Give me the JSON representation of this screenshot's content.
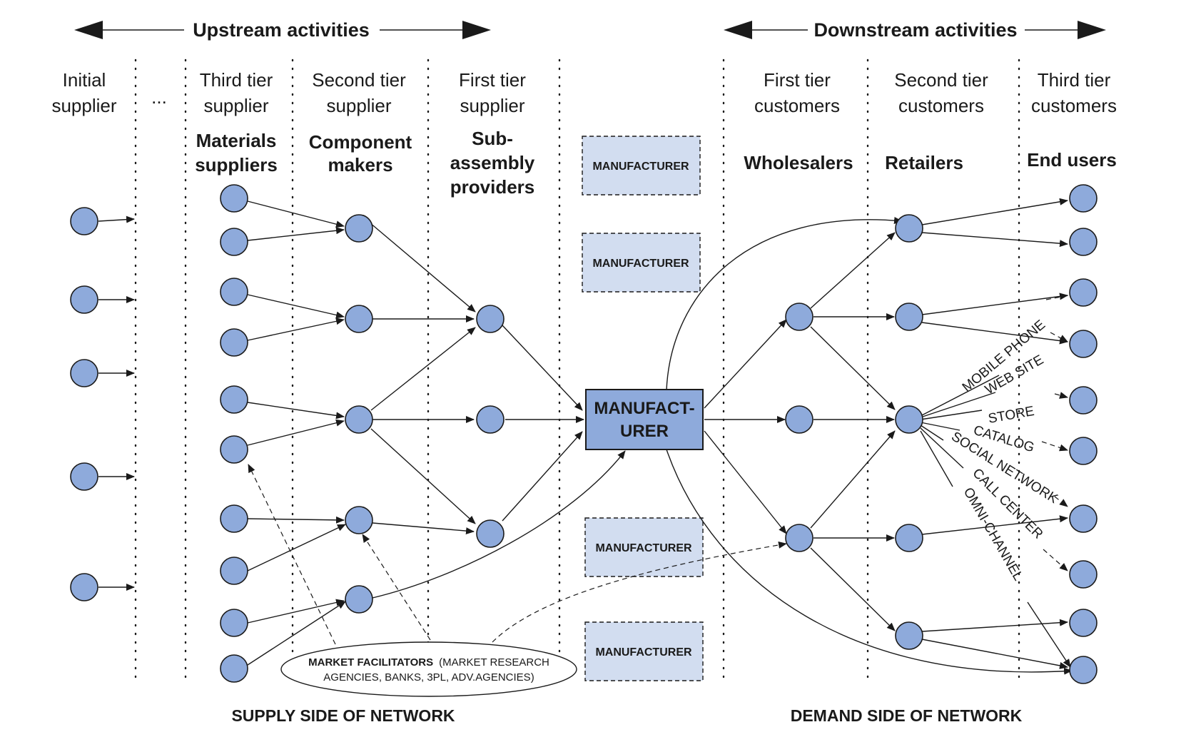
{
  "activities": {
    "upstream": "Upstream activities",
    "downstream": "Downstream activities"
  },
  "tiers": {
    "initial": [
      "Initial",
      "supplier"
    ],
    "ellipsis": "...",
    "third_supplier": [
      "Third tier",
      "supplier"
    ],
    "second_supplier": [
      "Second tier",
      "supplier"
    ],
    "first_supplier": [
      "First tier",
      "supplier"
    ],
    "first_customer": [
      "First tier",
      "customers"
    ],
    "second_customer": [
      "Second tier",
      "customers"
    ],
    "third_customer": [
      "Third tier",
      "customers"
    ]
  },
  "roles": {
    "materials": [
      "Materials",
      "suppliers"
    ],
    "components": [
      "Component",
      "makers"
    ],
    "subassembly": [
      "Sub-",
      "assembly",
      "providers"
    ],
    "wholesalers": "Wholesalers",
    "retailers": "Retailers",
    "end_users": "End users"
  },
  "manufacturer_box": "MANUFACTURER",
  "main_manufacturer": [
    "MANUFACT-",
    "URER"
  ],
  "channels": [
    "MOBILE PHONE",
    "WEB SITE",
    "STORE",
    "CATALOG",
    "SOCIAL NETWORK",
    "CALL CENTER",
    "OMNI-CHANNEL"
  ],
  "market_facilitators": {
    "title": "MARKET FACILITATORS",
    "line1_rest": "(MARKET RESEARCH",
    "line2": "AGENCIES, BANKS, 3PL, ADV.AGENCIES)"
  },
  "sides": {
    "supply": "SUPPLY SIDE OF NETWORK",
    "demand": "DEMAND SIDE OF NETWORK"
  },
  "colors": {
    "node_fill": "#8eaadb",
    "main_box_fill": "#8eaadb",
    "secondary_box_fill": "#d2ddf0",
    "line": "#1a1a1a"
  }
}
